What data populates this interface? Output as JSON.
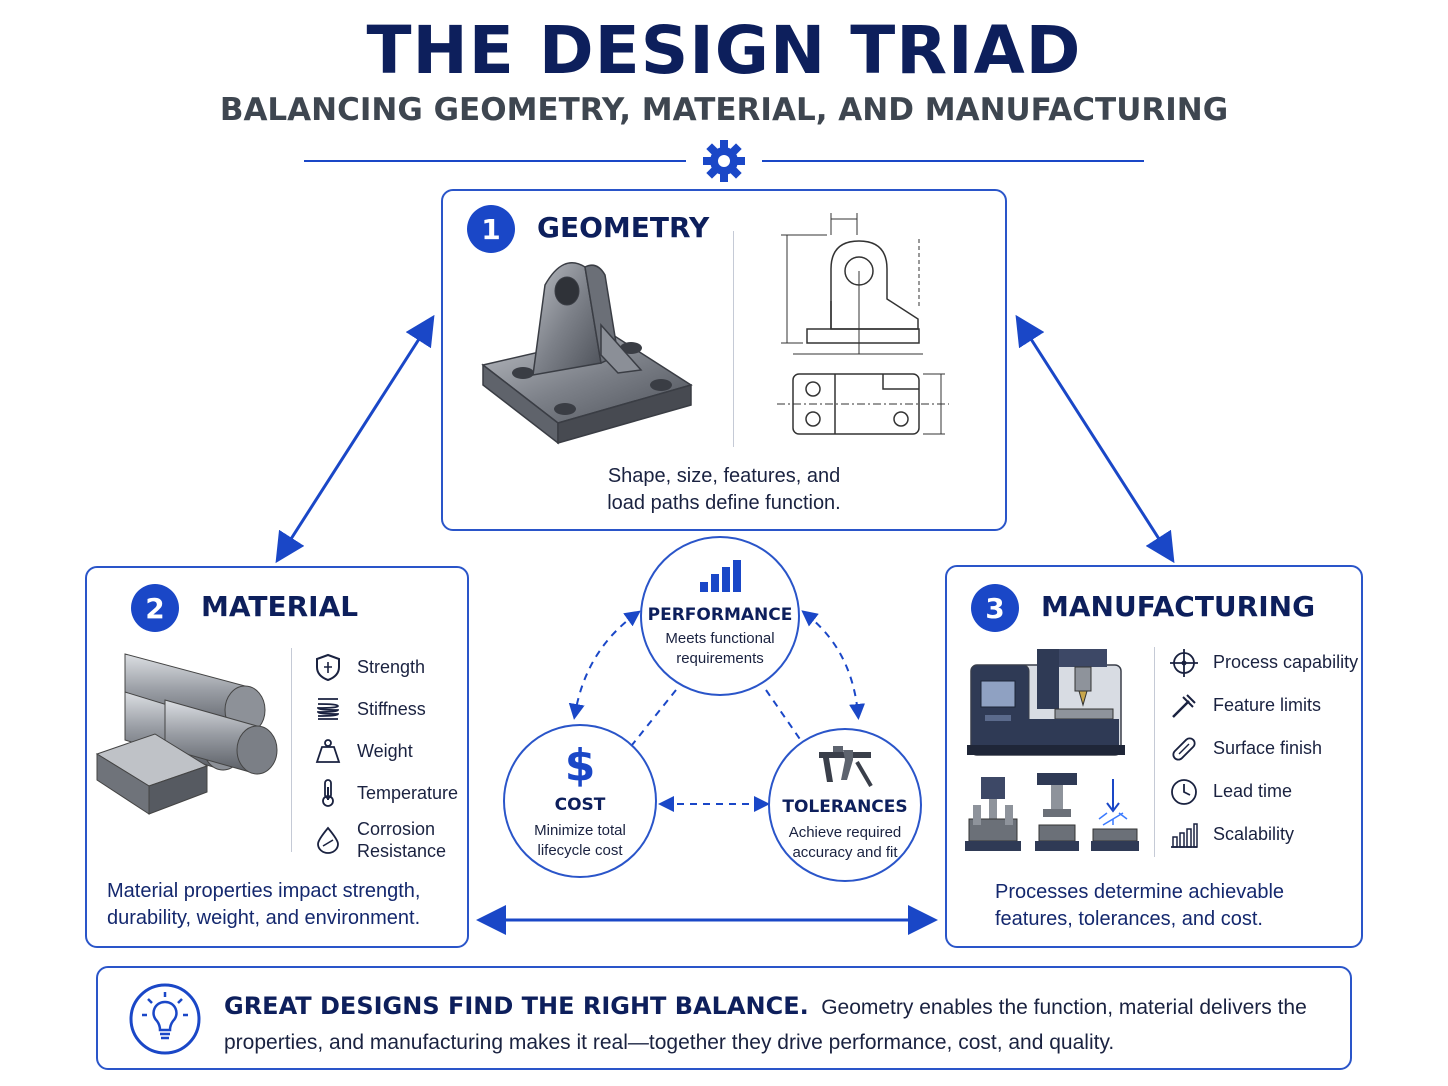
{
  "header": {
    "title": "THE DESIGN TRIAD",
    "subtitle": "BALANCING GEOMETRY, MATERIAL, AND MANUFACTURING",
    "divider_icon": "gear-icon"
  },
  "geometry": {
    "number": "1",
    "title": "GEOMETRY",
    "description_line1": "Shape, size, features, and",
    "description_line2": "load paths define function."
  },
  "material": {
    "number": "2",
    "title": "MATERIAL",
    "properties": [
      {
        "label": "Strength",
        "icon": "shield-icon"
      },
      {
        "label": "Stiffness",
        "icon": "spring-icon"
      },
      {
        "label": "Weight",
        "icon": "weight-icon"
      },
      {
        "label": "Temperature",
        "icon": "thermometer-icon"
      },
      {
        "label_line1": "Corrosion",
        "label_line2": "Resistance",
        "icon": "corrosion-icon"
      }
    ],
    "description_line1": "Material properties impact strength,",
    "description_line2": "durability, weight, and environment."
  },
  "manufacturing": {
    "number": "3",
    "title": "MANUFACTURING",
    "capabilities": [
      {
        "label": "Process capability",
        "icon": "crosshair-icon"
      },
      {
        "label": "Feature limits",
        "icon": "tool-icon"
      },
      {
        "label": "Surface finish",
        "icon": "finish-icon"
      },
      {
        "label": "Lead time",
        "icon": "clock-icon"
      },
      {
        "label": "Scalability",
        "icon": "bar-chart-icon"
      }
    ],
    "description_line1": "Processes determine achievable",
    "description_line2": "features, tolerances, and cost."
  },
  "center": {
    "performance": {
      "title": "PERFORMANCE",
      "line1": "Meets functional",
      "line2": "requirements",
      "icon": "bar-chart-icon"
    },
    "cost": {
      "title": "COST",
      "line1": "Minimize total",
      "line2": "lifecycle cost",
      "icon": "dollar-icon"
    },
    "tolerances": {
      "title": "TOLERANCES",
      "line1": "Achieve required",
      "line2": "accuracy and fit",
      "icon": "caliper-icon"
    }
  },
  "footer": {
    "icon": "lightbulb-icon",
    "headline": "GREAT DESIGNS FIND THE RIGHT BALANCE.",
    "text_line1": "Geometry enables the function, material delivers the",
    "text_line2": "properties, and manufacturing makes it real—together they drive performance, cost, and quality."
  },
  "colors": {
    "accent": "#1a47c7",
    "title": "#0d1f5c",
    "border": "#2a55c9"
  }
}
